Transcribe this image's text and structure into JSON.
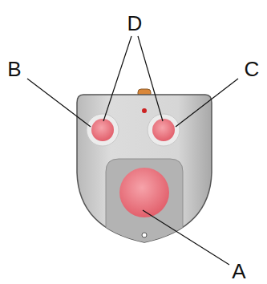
{
  "diagram": {
    "labels": [
      "D",
      "B",
      "C",
      "A"
    ]
  }
}
